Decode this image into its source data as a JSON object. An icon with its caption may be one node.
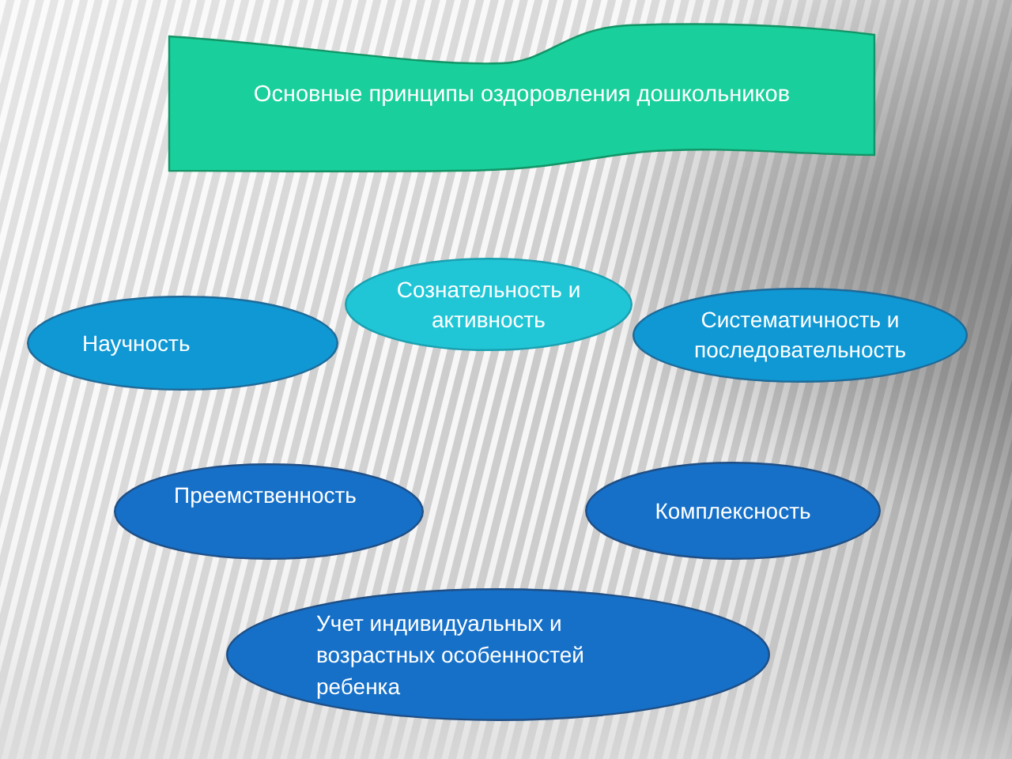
{
  "diagram": {
    "nodes": [
      {
        "text": [
          "Основные принципы оздоровления дошкольников"
        ]
      },
      {
        "text": [
          "Научность"
        ]
      },
      {
        "text": [
          "Сознательность и активность"
        ]
      },
      {
        "text": [
          "Систематичность и последовательность"
        ]
      },
      {
        "text": [
          "Преемственность"
        ]
      },
      {
        "text": [
          "Комплексность"
        ]
      },
      {
        "text": [
          "Учет индивидуальных и возрастных особенностей ребенка"
        ]
      }
    ]
  }
}
